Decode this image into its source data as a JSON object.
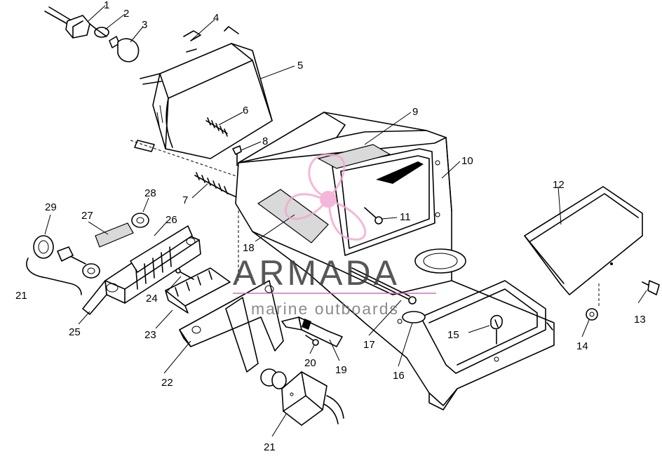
{
  "part_labels": {
    "p1": "1",
    "p2": "2",
    "p3": "3",
    "p4": "4",
    "p5": "5",
    "p6": "6",
    "p7": "7",
    "p8": "8",
    "p9": "9",
    "p10": "10",
    "p11": "11",
    "p12": "12",
    "p13": "13",
    "p14": "14",
    "p15": "15",
    "p16": "16",
    "p17": "17",
    "p18": "18",
    "p19": "19",
    "p20": "20",
    "p21a": "21",
    "p21b": "21",
    "p22": "22",
    "p23": "23",
    "p24": "24",
    "p25": "25",
    "p26": "26",
    "p27": "27",
    "p28": "28",
    "p29": "29"
  },
  "watermark": {
    "brand": "ARMADA",
    "tagline": "marine outboards",
    "logo_color": "#f2a6d0",
    "line_color": "#d070b0"
  }
}
